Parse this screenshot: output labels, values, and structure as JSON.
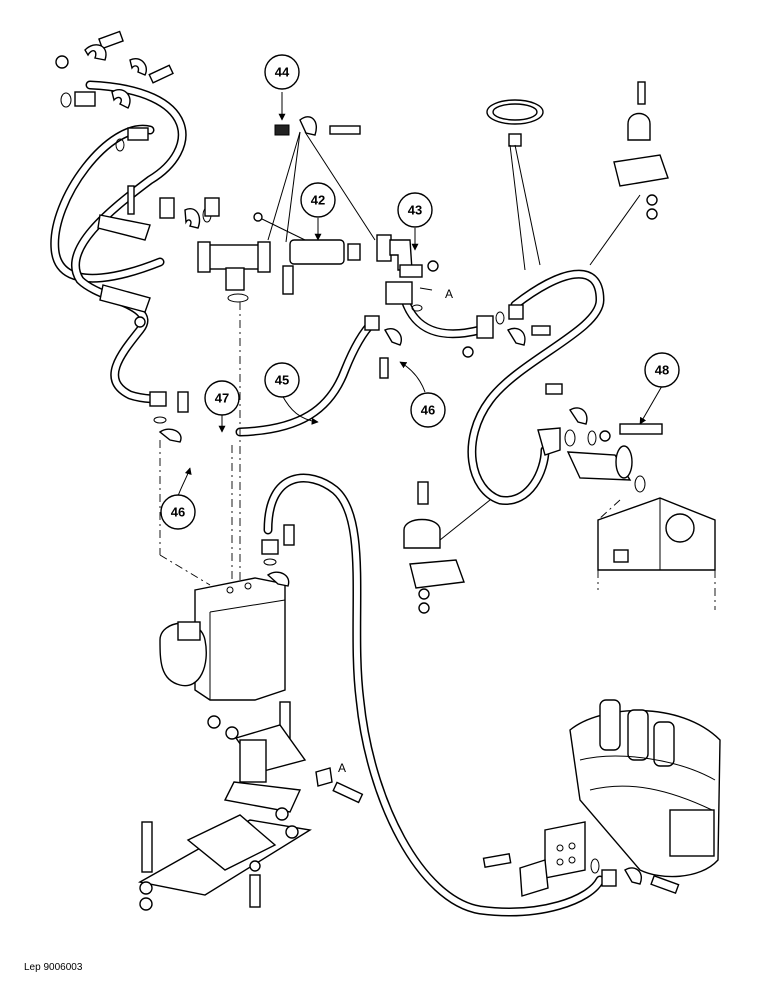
{
  "diagram": {
    "callouts": [
      {
        "id": "44",
        "label": "44"
      },
      {
        "id": "42",
        "label": "42"
      },
      {
        "id": "43",
        "label": "43"
      },
      {
        "id": "45",
        "label": "45"
      },
      {
        "id": "46a",
        "label": "46"
      },
      {
        "id": "47",
        "label": "47"
      },
      {
        "id": "46b",
        "label": "46"
      },
      {
        "id": "48",
        "label": "48"
      }
    ],
    "reference_letters": [
      "A",
      "A"
    ],
    "drawing_reference": "Lep 9006003"
  }
}
